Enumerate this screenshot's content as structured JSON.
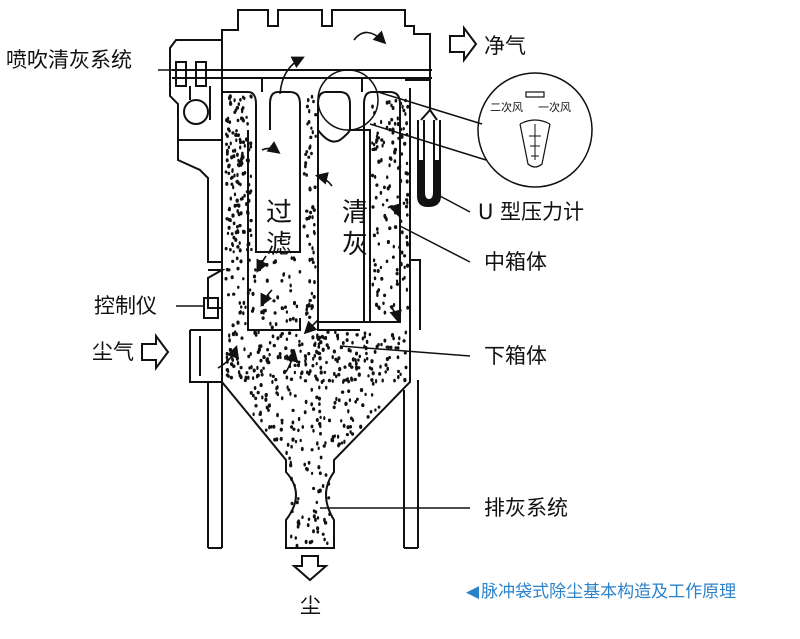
{
  "labels": {
    "pulse_system": "喷吹清灰系统",
    "clean_air": "净气",
    "secondary_air": "二次风",
    "primary_air": "一次风",
    "u_manometer": "U 型压力计",
    "middle_box": "中箱体",
    "controller": "控制仪",
    "dust_gas": "尘气",
    "lower_box": "下箱体",
    "discharge_system": "排灰系统",
    "dust": "尘",
    "filter_1": "过",
    "filter_2": "滤",
    "clean_1": "清",
    "clean_2": "灰"
  },
  "caption": {
    "marker": "◀",
    "text": "脉冲袋式除尘基本构造及工作原理"
  },
  "colors": {
    "line": "#111111",
    "caption": "#2c82c9"
  }
}
